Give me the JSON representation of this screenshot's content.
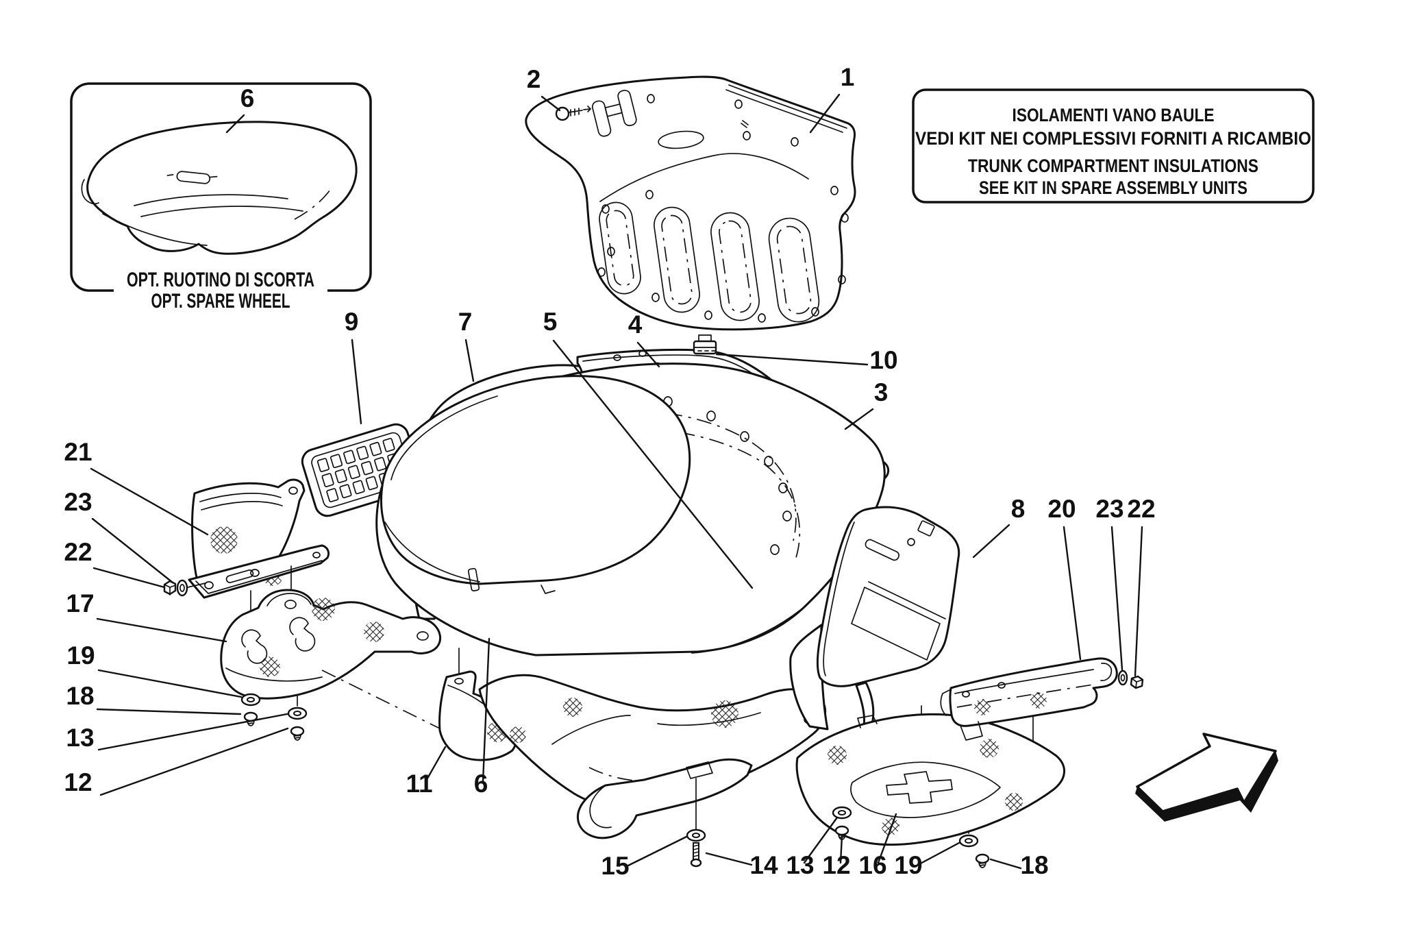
{
  "figure": {
    "line_color": "#111111",
    "background": "#ffffff"
  },
  "info_box": {
    "line1_it": "ISOLAMENTI VANO BAULE",
    "line2_it": "VEDI KIT NEI COMPLESSIVI FORNITI A RICAMBIO",
    "line3_en": "TRUNK COMPARTMENT INSULATIONS",
    "line4_en": "SEE KIT IN SPARE ASSEMBLY UNITS"
  },
  "inset": {
    "label": "6",
    "caption_line1": "OPT. RUOTINO DI SCORTA",
    "caption_line2": "OPT. SPARE WHEEL"
  },
  "callouts": {
    "c1": "1",
    "c2": "2",
    "c3": "3",
    "c4": "4",
    "c5": "5",
    "c6_center": "6",
    "c7": "7",
    "c8": "8",
    "c9": "9",
    "c10": "10",
    "c11": "11",
    "c12_left": "12",
    "c12_bottom": "12",
    "c13_left": "13",
    "c13_bottom": "13",
    "c14": "14",
    "c15": "15",
    "c16": "16",
    "c17": "17",
    "c18_left": "18",
    "c18_bottom": "18",
    "c19_left": "19",
    "c19_bottom": "19",
    "c20": "20",
    "c21": "21",
    "c22_left": "22",
    "c22_right": "22",
    "c23_left": "23",
    "c23_right": "23"
  }
}
